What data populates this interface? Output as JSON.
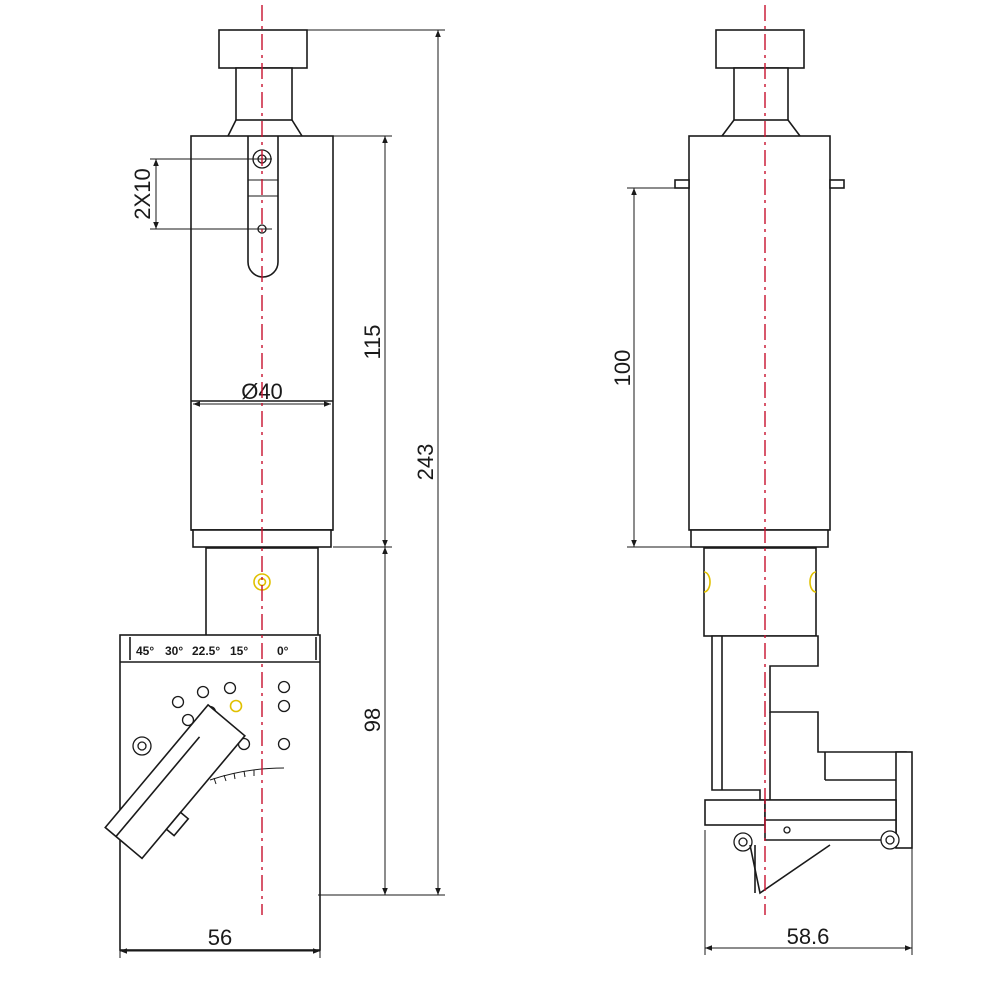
{
  "colors": {
    "line": "#1a1a1a",
    "centerline": "#c8102e",
    "highlight": "#e0c000",
    "background": "#ffffff"
  },
  "front_view": {
    "dim_slot": "2X10",
    "dim_diameter": "Ø40",
    "dim_body_height": "115",
    "dim_total_height": "243",
    "dim_lower_height": "98",
    "dim_width": "56",
    "angle_scale": [
      "45°",
      "30°",
      "22.5°",
      "15°",
      "0°"
    ]
  },
  "side_view": {
    "dim_body_height": "100",
    "dim_width": "58.6"
  }
}
